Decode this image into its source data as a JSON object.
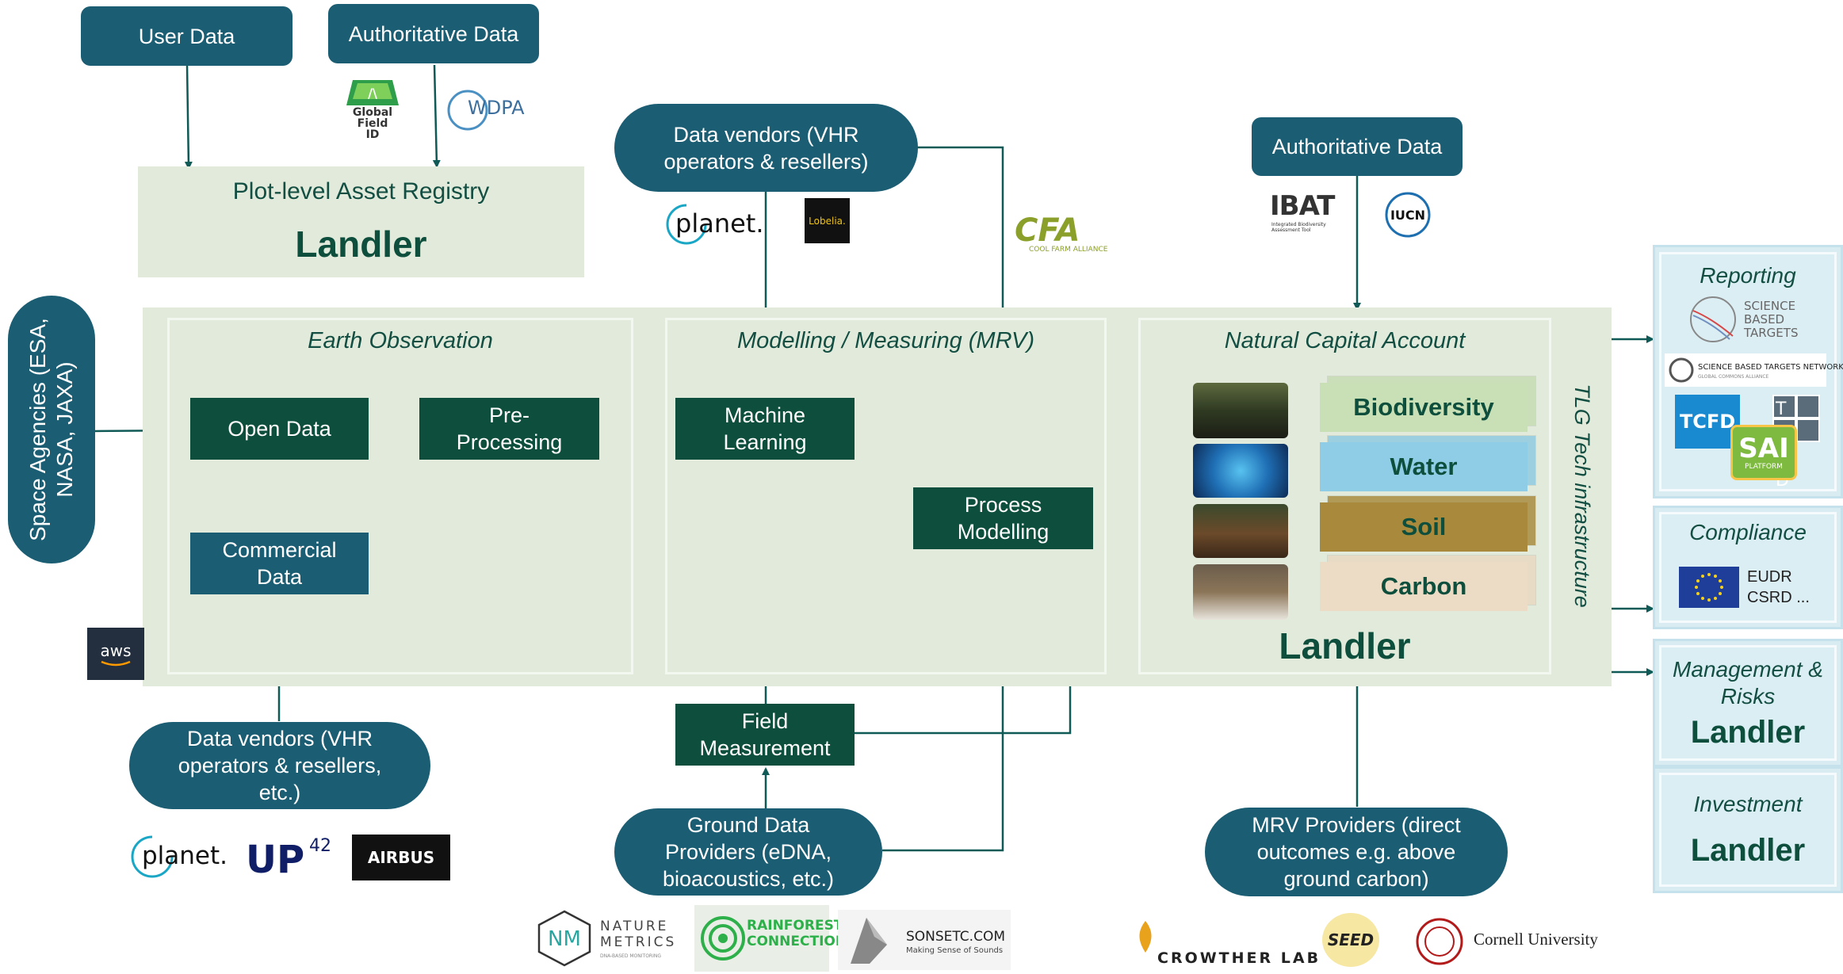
{
  "top_sources": {
    "user_data": "User Data",
    "authoritative_data_left": "Authoritative Data",
    "data_vendors_top": "Data vendors (VHR operators & resellers)",
    "authoritative_data_right": "Authoritative Data"
  },
  "asset_registry": {
    "title": "Plot-level Asset Registry",
    "brand": "Landler"
  },
  "space_agencies": "Space Agencies (ESA, NASA, JAXA)",
  "sections": {
    "earth_observation": "Earth Observation",
    "modelling": "Modelling / Measuring (MRV)",
    "natural_capital": "Natural Capital Account",
    "tech_infra": "TLG Tech infrastructure"
  },
  "nodes": {
    "open_data": "Open Data",
    "pre_processing": "Pre-Processing",
    "commercial_data": "Commercial Data",
    "machine_learning": "Machine Learning",
    "process_modelling": "Process Modelling",
    "field_measurement": "Field Measurement"
  },
  "natural_capital_items": [
    {
      "label": "Biodiversity",
      "color": "#c9e0b6"
    },
    {
      "label": "Water",
      "color": "#8fcde6"
    },
    {
      "label": "Soil",
      "color": "#a98a3c"
    },
    {
      "label": "Carbon",
      "color": "#ecdcc6"
    }
  ],
  "natural_capital_brand": "Landler",
  "bottom_sources": {
    "data_vendors_bottom": "Data vendors (VHR operators & resellers, etc.)",
    "ground_data": "Ground Data Providers (eDNA, bioacoustics, etc.)",
    "mrv_providers": "MRV Providers (direct outcomes e.g. above ground carbon)"
  },
  "right_panels": {
    "reporting": "Reporting",
    "compliance": "Compliance",
    "compliance_items": "EUDR CSRD ...",
    "management": "Management & Risks",
    "management_brand": "Landler",
    "investment": "Investment",
    "investment_brand": "Landler"
  },
  "logos": {
    "global_field_id": "Global Field ID",
    "wdpa": "WDPA",
    "planet": "planet.",
    "lobelia": "Lobelia.",
    "cfa": "CFA",
    "cfa_sub": "COOL FARM ALLIANCE",
    "ibat": "IBAT",
    "ibat_sub": "Integrated Biodiversity Assessment Tool",
    "iucn": "IUCN",
    "aws": "aws",
    "up42": "UP",
    "up42_sup": "42",
    "airbus": "AIRBUS",
    "nature_metrics": "NATURE METRICS",
    "nature_metrics_sub": "DNA-BASED MONITORING",
    "rainforest": "RAINFOREST CONNECTION",
    "sonsetc": "SONSETC.COM",
    "sonsetc_sub": "Making Sense of Sounds",
    "crowther": "CROWTHER LAB",
    "seed": "SEED",
    "cornell": "Cornell University",
    "sbt": "SCIENCE BASED TARGETS",
    "sbtn": "SCIENCE BASED TARGETS NETWORK",
    "sbtn_sub": "GLOBAL COMMONS ALLIANCE",
    "tcfd": "TCFD",
    "tnfd": "TNFD",
    "sai": "SAI",
    "sai_sub": "PLATFORM"
  },
  "colors": {
    "teal": "#1b5e73",
    "dark_green": "#0d4f3c",
    "panel": "#e2ebdb",
    "arrow": "#0f5a56"
  }
}
